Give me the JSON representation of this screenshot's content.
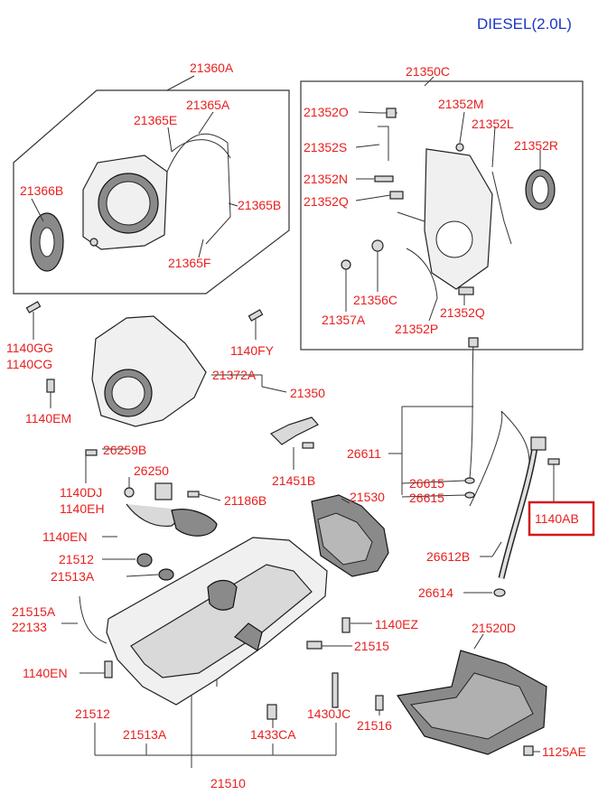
{
  "title": "DIESEL(2.0L)",
  "colors": {
    "label": "#e8201f",
    "title": "#1d35c4",
    "highlight": "#d41818"
  },
  "highlighted_part": "1140AB",
  "labels": {
    "p21360A": "21360A",
    "p21365A": "21365A",
    "p21365E": "21365E",
    "p21366B": "21366B",
    "p21365B": "21365B",
    "p21365F": "21365F",
    "p21350C": "21350C",
    "p21352O": "21352O",
    "p21352M": "21352M",
    "p21352S": "21352S",
    "p21352L": "21352L",
    "p21352R": "21352R",
    "p21352N": "21352N",
    "p21352Q1": "21352Q",
    "p21356C": "21356C",
    "p21357A": "21357A",
    "p21352Q2": "21352Q",
    "p21352P": "21352P",
    "p1140GG": "1140GG",
    "p1140CG": "1140CG",
    "p1140FY": "1140FY",
    "p21372A": "21372A",
    "p21350": "21350",
    "p1140EM": "1140EM",
    "p26259B": "26259B",
    "p26250": "26250",
    "p1140DJ": "1140DJ",
    "p1140EH": "1140EH",
    "p21186B": "21186B",
    "p21451B": "21451B",
    "p26611": "26611",
    "p26615a": "26615",
    "p26615b": "26615",
    "p1140AB": "1140AB",
    "p21530": "21530",
    "p1140EN1": "1140EN",
    "p21512a": "21512",
    "p21513Aa": "21513A",
    "p26612B": "26612B",
    "p26614": "26614",
    "p21515A": "21515A",
    "p22133": "22133",
    "p1140EZ": "1140EZ",
    "p21520D": "21520D",
    "p21515": "21515",
    "p1140EN2": "1140EN",
    "p21512b": "21512",
    "p21513Ab": "21513A",
    "p1433CA": "1433CA",
    "p1430JC": "1430JC",
    "p21516": "21516",
    "p1125AE": "1125AE",
    "p21510": "21510"
  }
}
